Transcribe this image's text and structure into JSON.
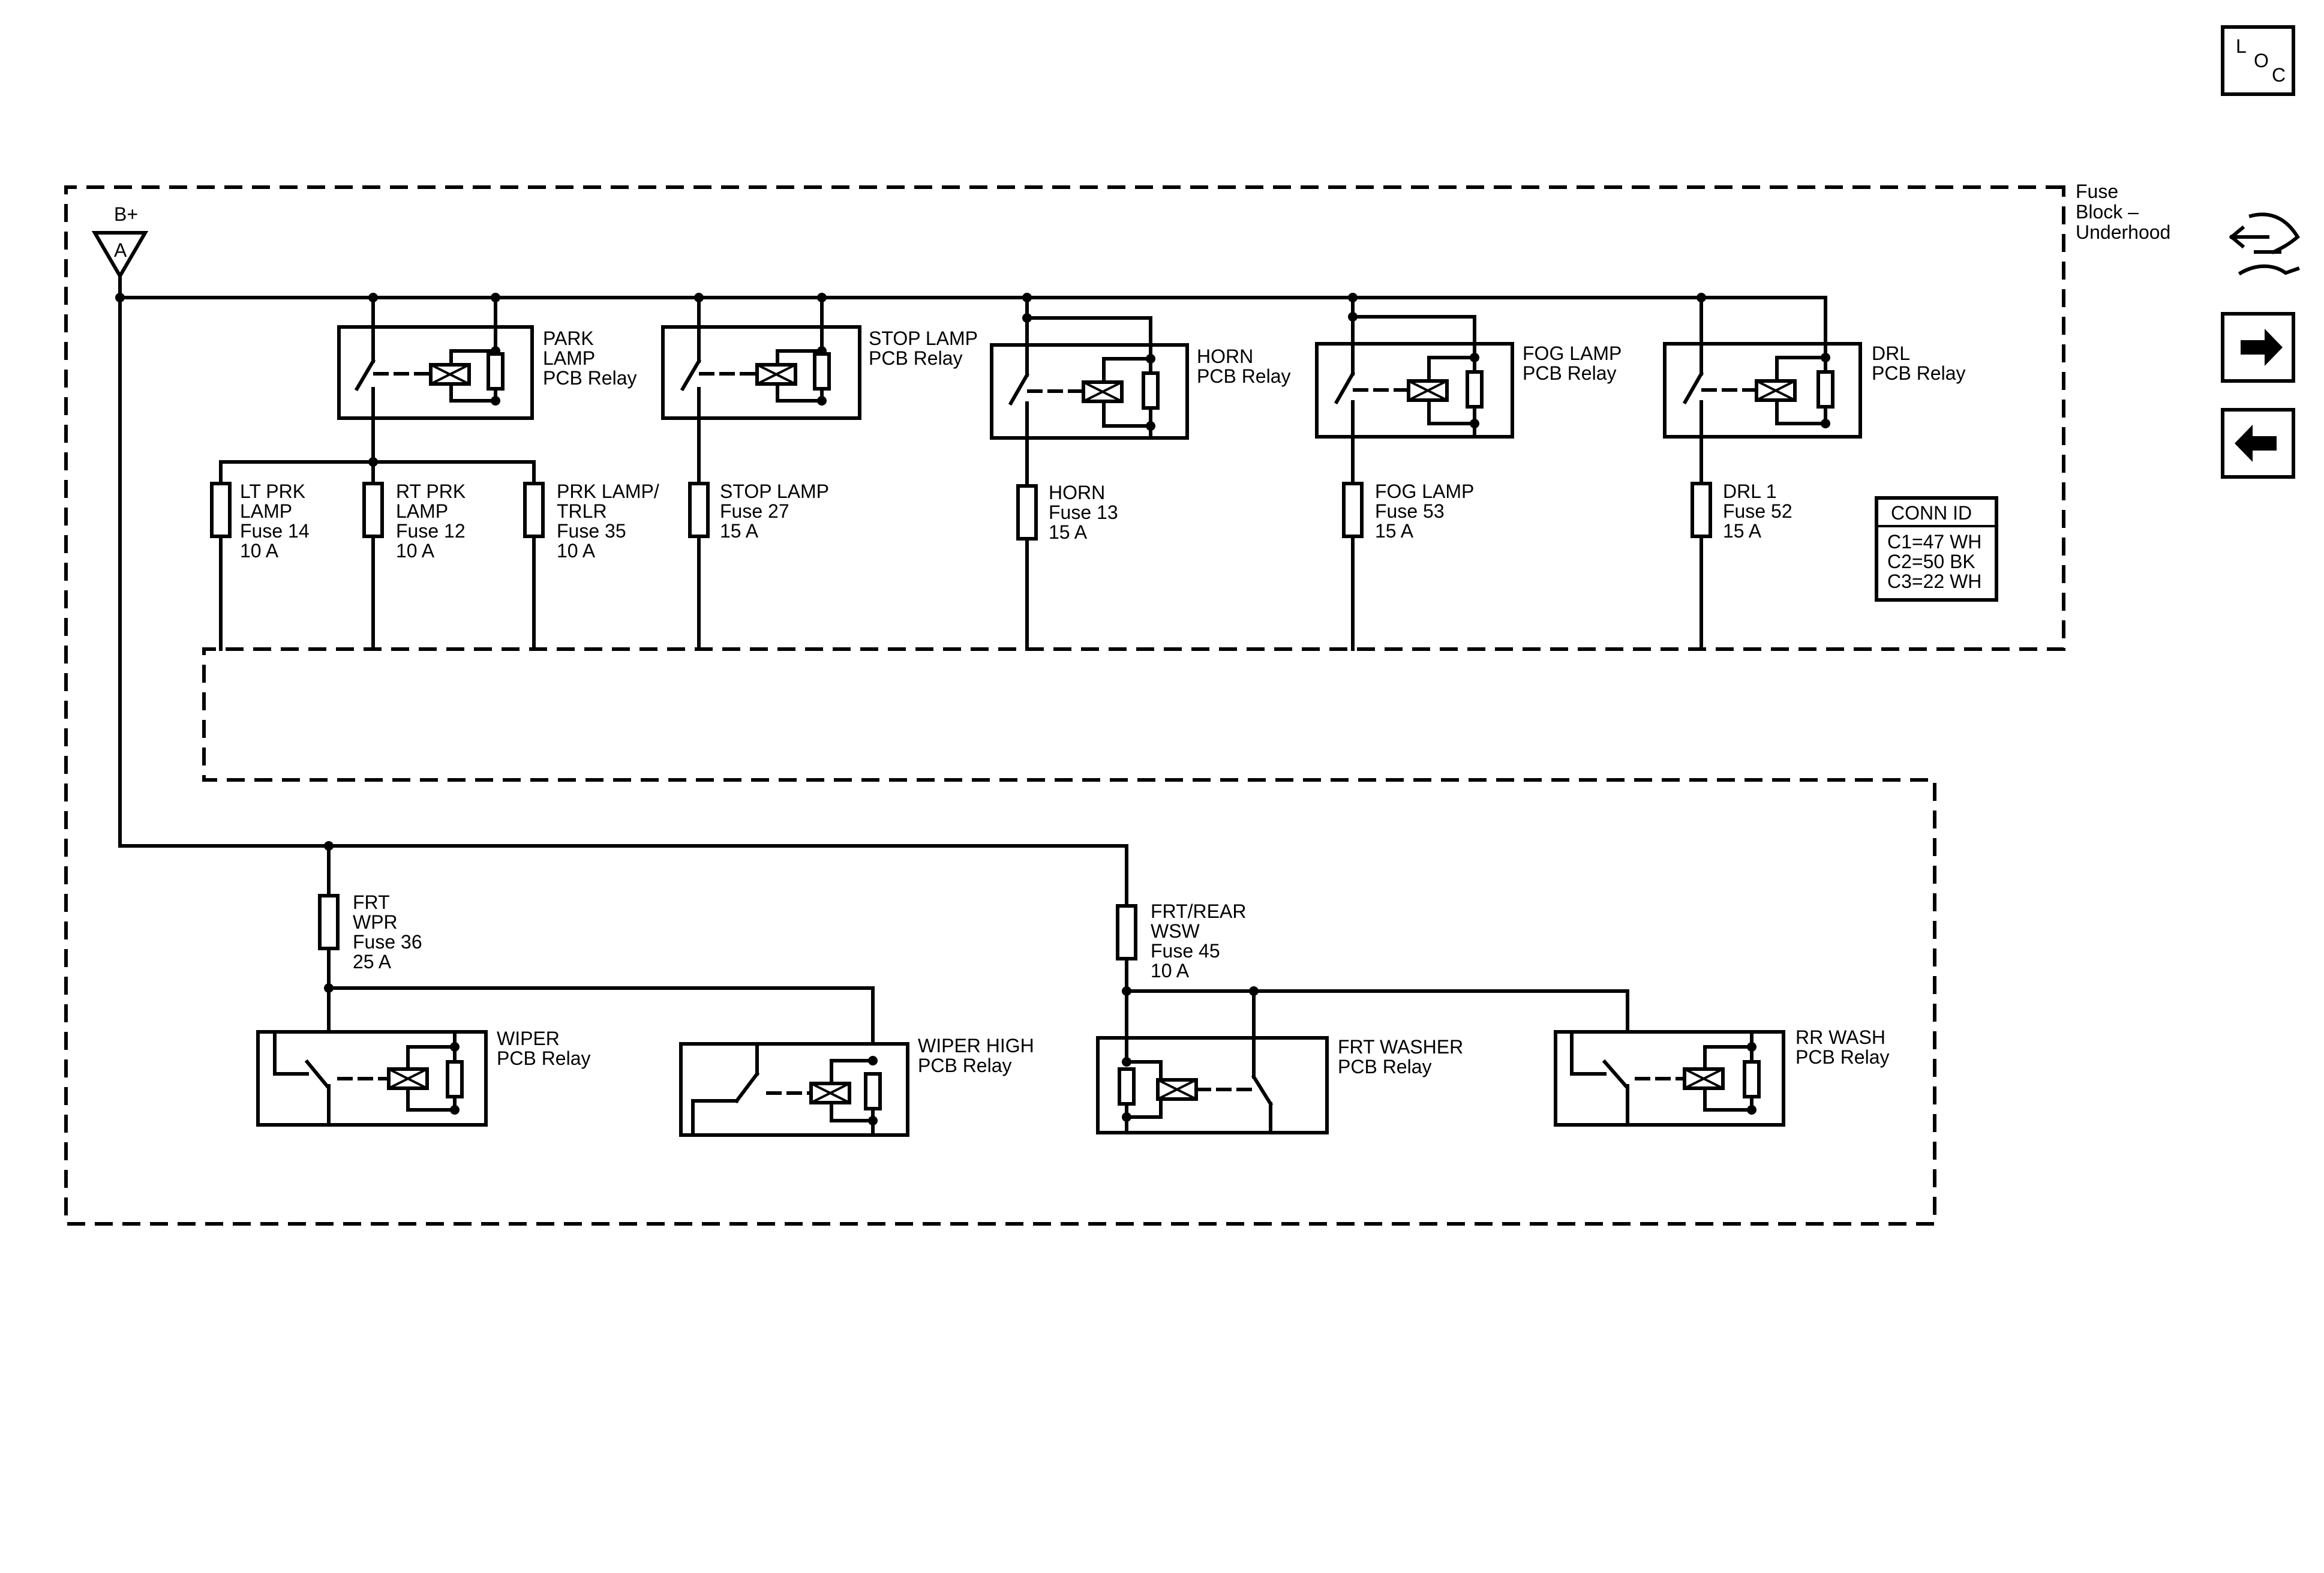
{
  "power": {
    "source_label": "B+",
    "terminal_label": "A"
  },
  "fuse_block": {
    "line1": "Fuse",
    "line2": "Block –",
    "line3": "Underhood"
  },
  "relays": {
    "park": {
      "line1": "PARK",
      "line2": "LAMP",
      "line3": "PCB Relay"
    },
    "stop": {
      "line1": "STOP LAMP",
      "line2": "PCB Relay"
    },
    "horn": {
      "line1": "HORN",
      "line2": "PCB Relay"
    },
    "fog": {
      "line1": "FOG LAMP",
      "line2": "PCB Relay"
    },
    "drl": {
      "line1": "DRL",
      "line2": "PCB Relay"
    },
    "wiper": {
      "line1": "WIPER",
      "line2": "PCB Relay"
    },
    "wiper_high": {
      "line1": "WIPER HIGH",
      "line2": "PCB Relay"
    },
    "frt_washer": {
      "line1": "FRT WASHER",
      "line2": "PCB Relay"
    },
    "rr_wash": {
      "line1": "RR WASH",
      "line2": "PCB Relay"
    }
  },
  "fuses": {
    "lt_prk": {
      "line1": "LT PRK",
      "line2": "LAMP",
      "line3": "Fuse 14",
      "line4": "10 A"
    },
    "rt_prk": {
      "line1": "RT PRK",
      "line2": "LAMP",
      "line3": "Fuse 12",
      "line4": "10 A"
    },
    "prk_trlr": {
      "line1": "PRK LAMP/",
      "line2": "TRLR",
      "line3": "Fuse 35",
      "line4": "10 A"
    },
    "stop": {
      "line1": "STOP LAMP",
      "line2": "Fuse 27",
      "line3": "15 A"
    },
    "horn": {
      "line1": "HORN",
      "line2": "Fuse 13",
      "line3": "15 A"
    },
    "fog": {
      "line1": "FOG LAMP",
      "line2": "Fuse 53",
      "line3": "15 A"
    },
    "drl": {
      "line1": "DRL 1",
      "line2": "Fuse 52",
      "line3": "15 A"
    },
    "frt_wpr": {
      "line1": "FRT",
      "line2": "WPR",
      "line3": "Fuse 36",
      "line4": "25 A"
    },
    "wsw": {
      "line1": "FRT/REAR",
      "line2": "WSW",
      "line3": "Fuse 45",
      "line4": "10 A"
    }
  },
  "conn_id": {
    "title": "CONN ID",
    "c1": "C1=47 WH",
    "c2": "C2=50 BK",
    "c3": "C3=22 WH"
  },
  "nav": {
    "loc_l": "L",
    "loc_o": "O",
    "loc_c": "C",
    "icons": [
      "loc-icon",
      "connector-tool-icon",
      "arrow-right-icon",
      "arrow-left-icon"
    ]
  }
}
